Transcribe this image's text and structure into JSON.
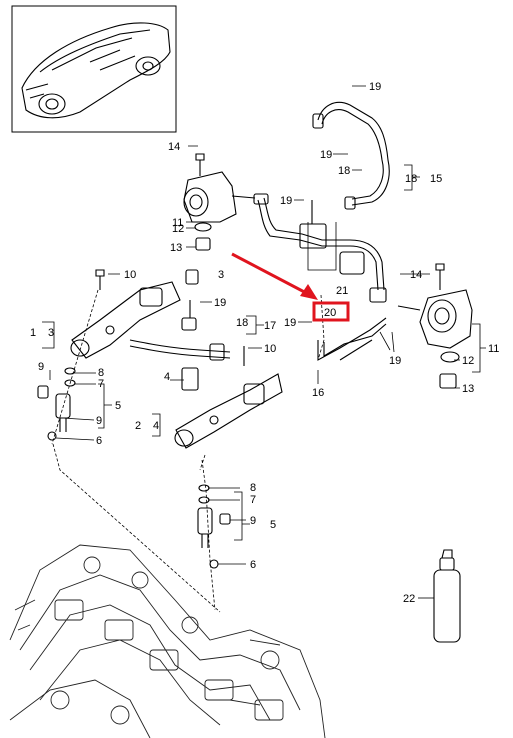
{
  "highlight": {
    "part": "20",
    "color": "#e0141e"
  },
  "arrow_color": "#e0141e",
  "labels": {
    "p19_top": "19",
    "p14_left": "14",
    "p19_b": "19",
    "p18_b": "18",
    "p18_c": "18",
    "p15": "15",
    "p19_c": "19",
    "p11_left": "11",
    "p12_left": "12",
    "p13_left": "13",
    "p21": "21",
    "p20": "20",
    "p14_right": "14",
    "p10_a": "10",
    "p3_a": "3",
    "p19_d": "19",
    "p18_d": "18",
    "p17": "17",
    "p19_e": "19",
    "p1": "1",
    "p3_b": "3",
    "p10_b": "10",
    "p19_f": "19",
    "p11_right": "11",
    "p12_right": "12",
    "p13_right": "13",
    "p16": "16",
    "p9_a": "9",
    "p8_a": "8",
    "p7_a": "7",
    "p5_a": "5",
    "p4": "4",
    "p9_b": "9",
    "p2": "2",
    "p4_b": "4",
    "p6_a": "6",
    "p8_b": "8",
    "p7_b": "7",
    "p9_c": "9",
    "p5_b": "5",
    "p6_b": "6",
    "p22": "22"
  }
}
